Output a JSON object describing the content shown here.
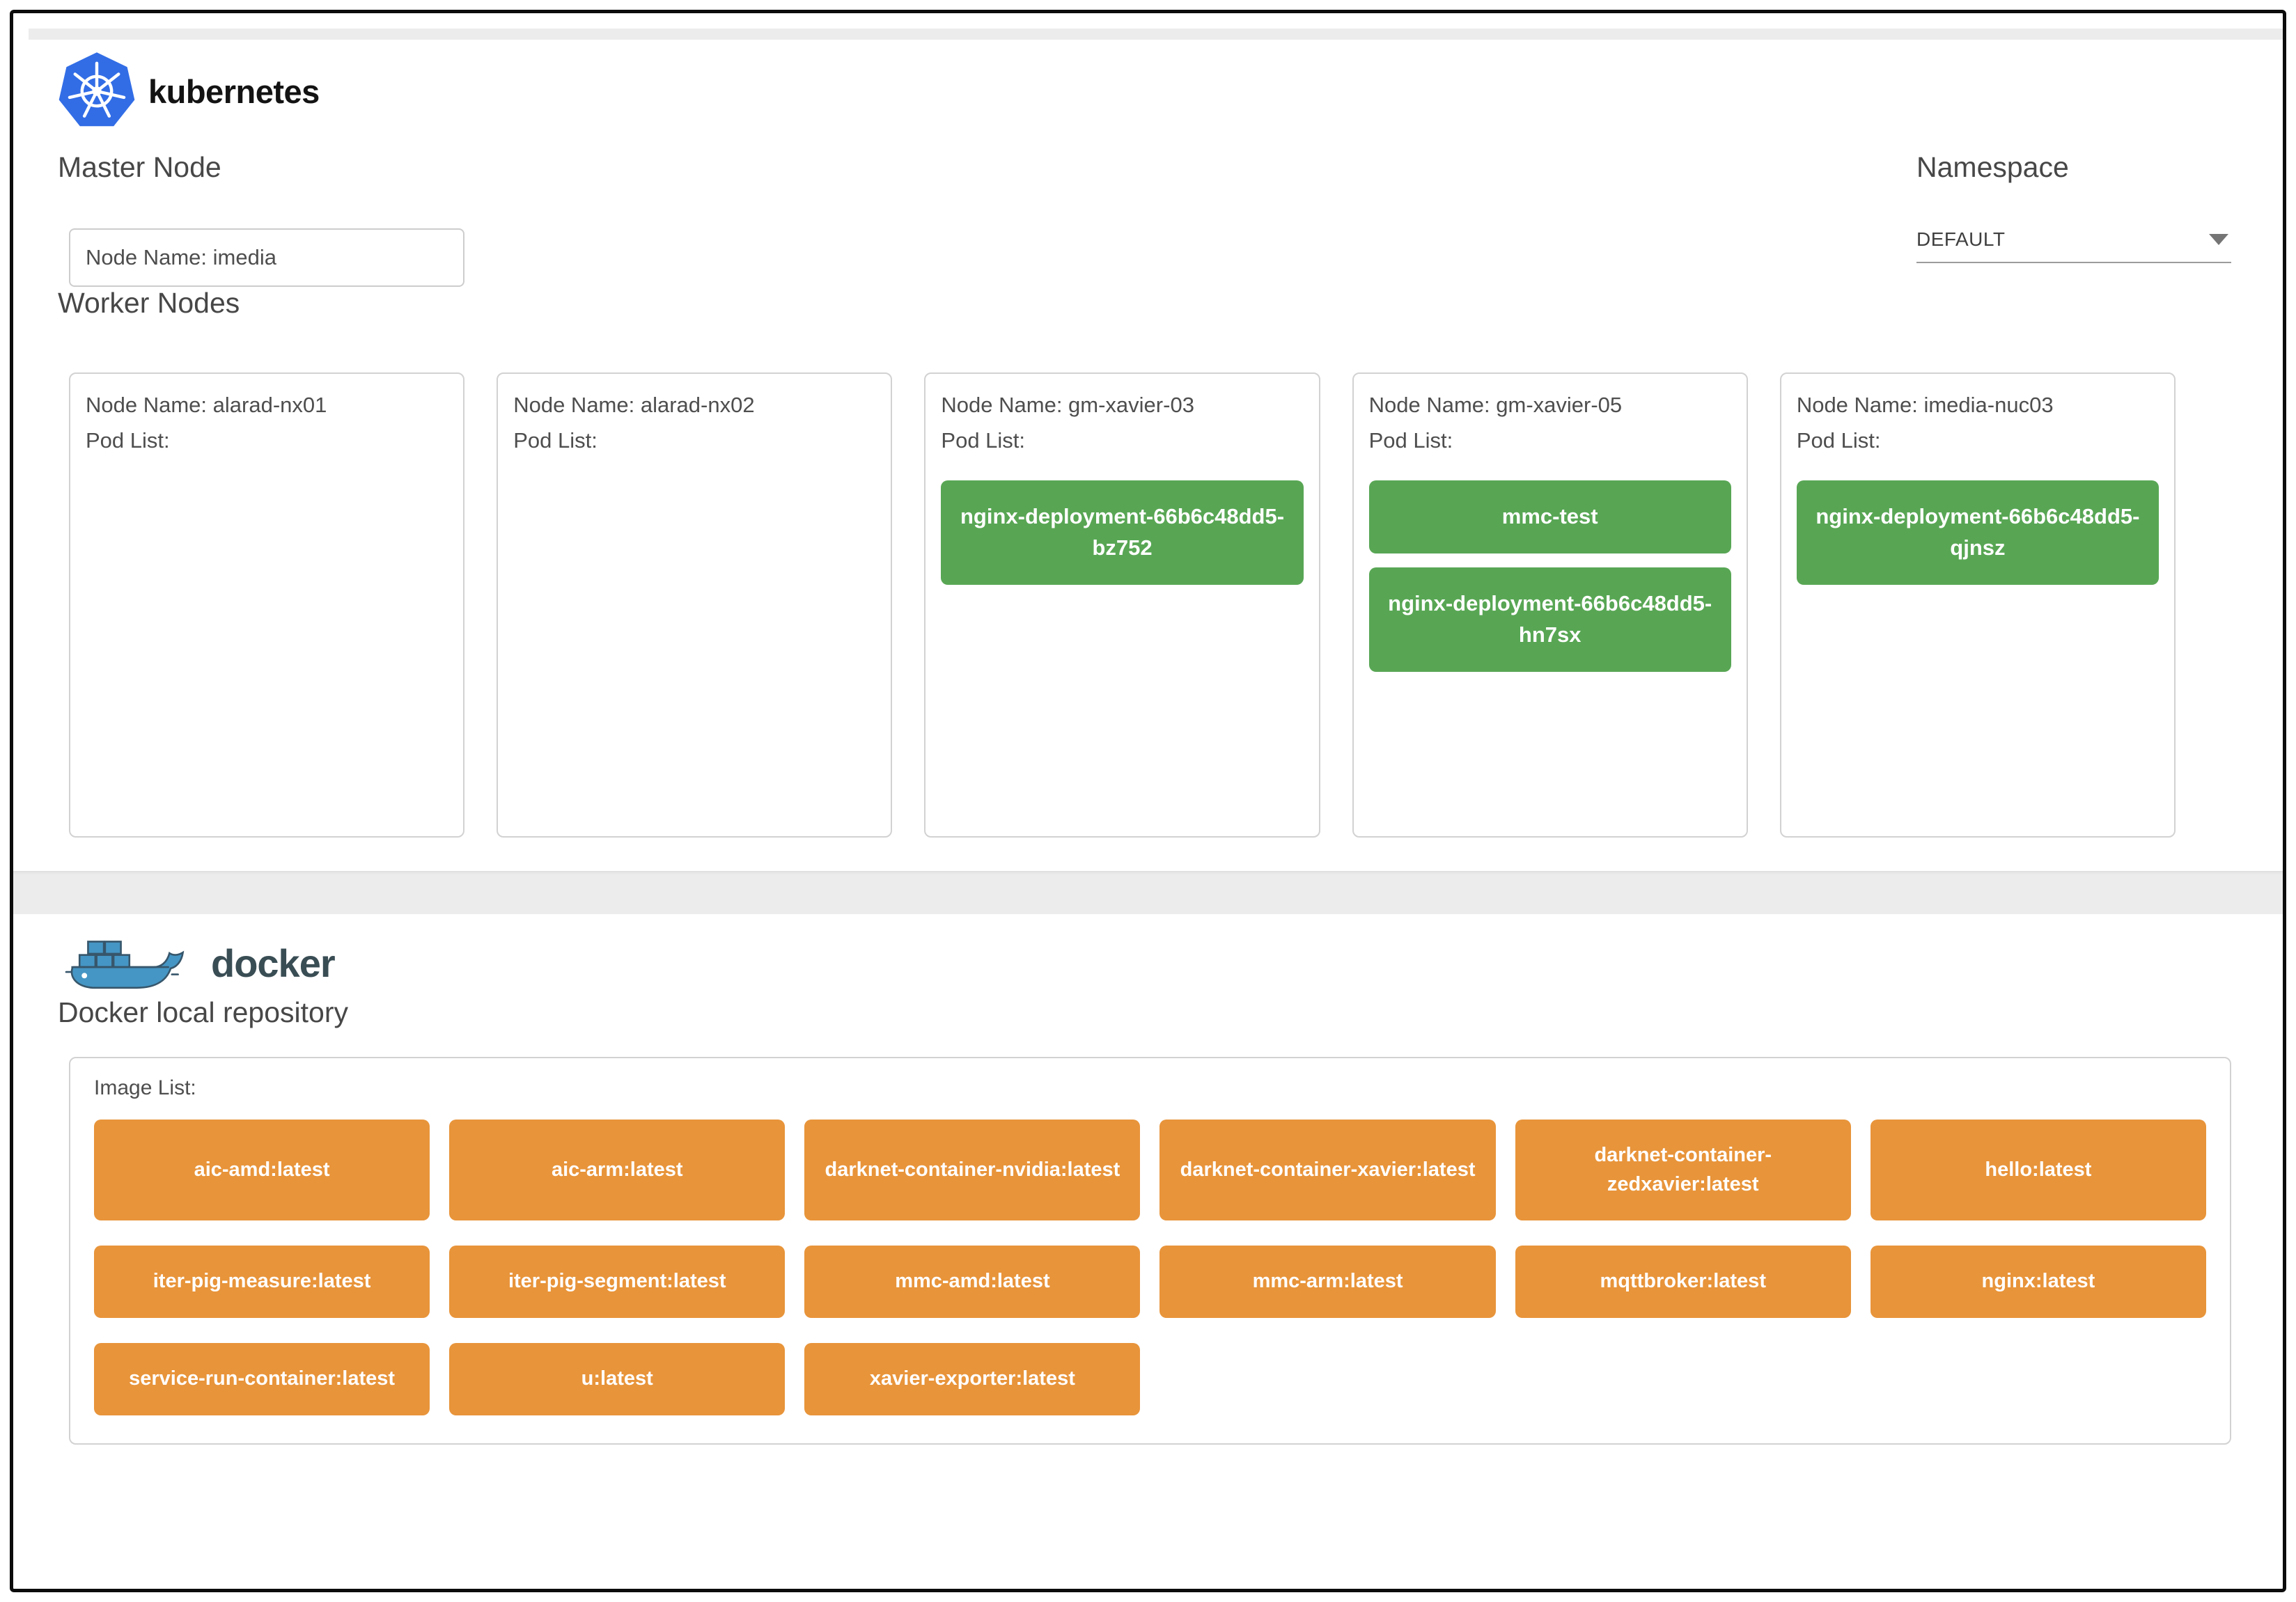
{
  "kubernetes_section": {
    "logo_text": "kubernetes",
    "master_node": {
      "title": "Master Node",
      "node_label": "Node Name: imedia"
    },
    "namespace": {
      "title": "Namespace",
      "selected_option": "DEFAULT"
    },
    "worker_nodes": {
      "title": "Worker Nodes",
      "pod_list_label": "Pod List:",
      "nodes": [
        {
          "name_label": "Node Name: alarad-nx01",
          "pods": []
        },
        {
          "name_label": "Node Name: alarad-nx02",
          "pods": []
        },
        {
          "name_label": "Node Name: gm-xavier-03",
          "pods": [
            "nginx-deployment-66b6c48dd5-bz752"
          ]
        },
        {
          "name_label": "Node Name: gm-xavier-05",
          "pods": [
            "mmc-test",
            "nginx-deployment-66b6c48dd5-hn7sx"
          ]
        },
        {
          "name_label": "Node Name: imedia-nuc03",
          "pods": [
            "nginx-deployment-66b6c48dd5-qjnsz"
          ]
        }
      ]
    }
  },
  "docker_section": {
    "logo_text": "docker",
    "title": "Docker local repository",
    "image_list_label": "Image List:",
    "images": [
      "aic-amd:latest",
      "aic-arm:latest",
      "darknet-container-nvidia:latest",
      "darknet-container-xavier:latest",
      "darknet-container-zedxavier:latest",
      "hello:latest",
      "iter-pig-measure:latest",
      "iter-pig-segment:latest",
      "mmc-amd:latest",
      "mmc-arm:latest",
      "mqttbroker:latest",
      "nginx:latest",
      "service-run-container:latest",
      "u:latest",
      "xavier-exporter:latest"
    ]
  },
  "colors": {
    "pod_green": "#58a654",
    "image_orange": "#e8943a",
    "kubernetes_blue": "#326de6",
    "docker_blue": "#4596c4",
    "docker_dark": "#394d54"
  }
}
